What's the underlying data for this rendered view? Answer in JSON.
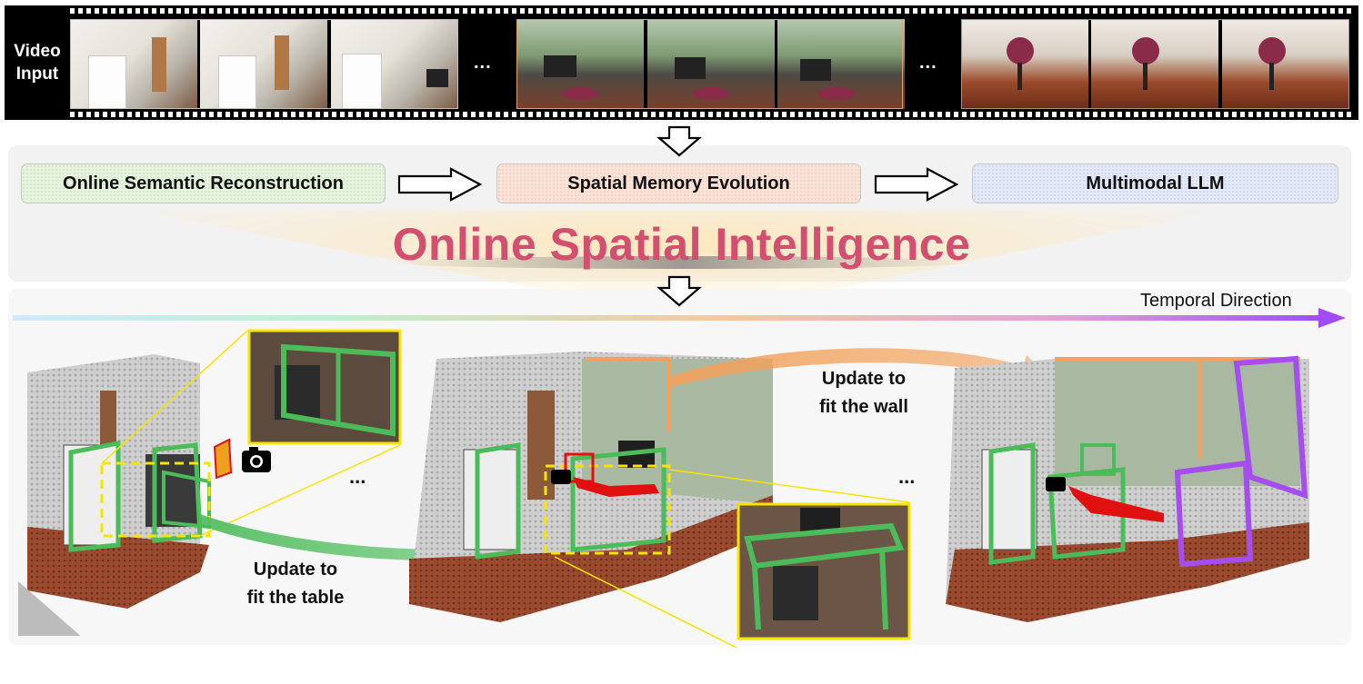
{
  "video_input_label": "Video\nInput",
  "ellipsis": "...",
  "pipeline": {
    "stage1": "Online Semantic Reconstruction",
    "stage2": "Spatial Memory Evolution",
    "stage3": "Multimodal LLM"
  },
  "title": "Online Spatial Intelligence",
  "temporal_direction": "Temporal Direction",
  "captions": {
    "table": "Update to\nfit the table",
    "wall": "Update to\nfit the wall"
  },
  "colors": {
    "title": "#d24f70",
    "box_green": "#4cbb5a",
    "box_orange": "#f2a25c",
    "box_purple": "#a64df0",
    "inset_border": "#f5e600"
  }
}
